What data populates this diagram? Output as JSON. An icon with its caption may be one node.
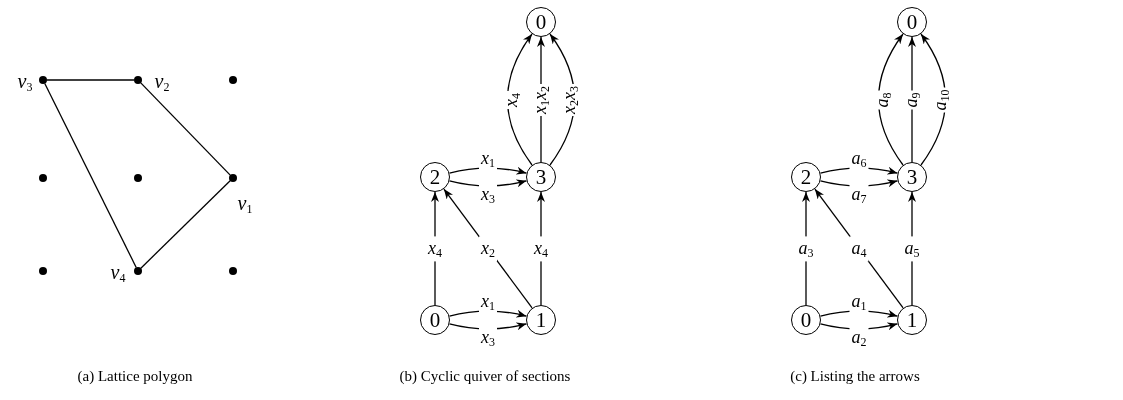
{
  "diagram": {
    "nodes": [
      {
        "text": [],
        "shape": "dot",
        "beside": [
          "v$_{3}$"
        ]
      },
      {
        "text": [],
        "shape": "dot",
        "beside": [
          "v$_{2}$"
        ]
      },
      {
        "text": [],
        "shape": "dot"
      },
      {
        "text": [],
        "shape": "dot"
      },
      {
        "text": [],
        "shape": "dot"
      },
      {
        "text": [],
        "shape": "dot",
        "beside": [
          "v$_{1}$"
        ]
      },
      {
        "text": [],
        "shape": "dot"
      },
      {
        "text": [],
        "shape": "dot",
        "beside": [
          "v$_{4}$"
        ]
      },
      {
        "text": [],
        "shape": "dot"
      },
      {
        "text": [
          "0"
        ]
      },
      {
        "text": [
          "2"
        ]
      },
      {
        "text": [
          "3"
        ]
      },
      {
        "text": [
          "0"
        ]
      },
      {
        "text": [
          "1"
        ]
      },
      {
        "text": [
          "0"
        ]
      },
      {
        "text": [
          "2"
        ]
      },
      {
        "text": [
          "3"
        ]
      },
      {
        "text": [
          "0"
        ]
      },
      {
        "text": [
          "1"
        ]
      }
    ],
    "edges": [
      {
        "from": 0,
        "to": 1,
        "arrow": "none"
      },
      {
        "from": 1,
        "to": 5,
        "arrow": "none"
      },
      {
        "from": 5,
        "to": 7,
        "arrow": "none"
      },
      {
        "from": 7,
        "to": 0,
        "arrow": "none"
      },
      {
        "from": 12,
        "to": 13,
        "arrow": "to",
        "label": "x$_{1}$"
      },
      {
        "from": 12,
        "to": 13,
        "arrow": "to",
        "label": "x$_{3}$"
      },
      {
        "from": 12,
        "to": 10,
        "arrow": "to",
        "label": "x$_{4}$"
      },
      {
        "from": 13,
        "to": 10,
        "arrow": "to",
        "label": "x$_{2}$"
      },
      {
        "from": 13,
        "to": 11,
        "arrow": "to",
        "label": "x$_{4}$"
      },
      {
        "from": 10,
        "to": 11,
        "arrow": "to",
        "label": "x$_{1}$"
      },
      {
        "from": 10,
        "to": 11,
        "arrow": "to",
        "label": "x$_{3}$"
      },
      {
        "from": 11,
        "to": 9,
        "arrow": "to",
        "label": "x$_{4}$"
      },
      {
        "from": 11,
        "to": 9,
        "arrow": "to",
        "label": "x$_{1}$x$_{2}$"
      },
      {
        "from": 11,
        "to": 9,
        "arrow": "to",
        "label": "x$_{2}$x$_{3}$"
      },
      {
        "from": 17,
        "to": 18,
        "arrow": "to",
        "label": "a$_{1}$"
      },
      {
        "from": 17,
        "to": 18,
        "arrow": "to",
        "label": "a$_{2}$"
      },
      {
        "from": 17,
        "to": 15,
        "arrow": "to",
        "label": "a$_{3}$"
      },
      {
        "from": 18,
        "to": 15,
        "arrow": "to",
        "label": "a$_{4}$"
      },
      {
        "from": 18,
        "to": 16,
        "arrow": "to",
        "label": "a$_{5}$"
      },
      {
        "from": 15,
        "to": 16,
        "arrow": "to",
        "label": "a$_{6}$"
      },
      {
        "from": 15,
        "to": 16,
        "arrow": "to",
        "label": "a$_{7}$"
      },
      {
        "from": 16,
        "to": 14,
        "arrow": "to",
        "label": "a$_{8}$"
      },
      {
        "from": 16,
        "to": 14,
        "arrow": "to",
        "label": "a$_{9}$"
      },
      {
        "from": 16,
        "to": 14,
        "arrow": "to",
        "label": "a$_{10}$"
      }
    ],
    "labels": [
      "(a) Lattice polygon",
      "(b) Cyclic quiver of sections",
      "(c) Listing the arrows"
    ]
  }
}
